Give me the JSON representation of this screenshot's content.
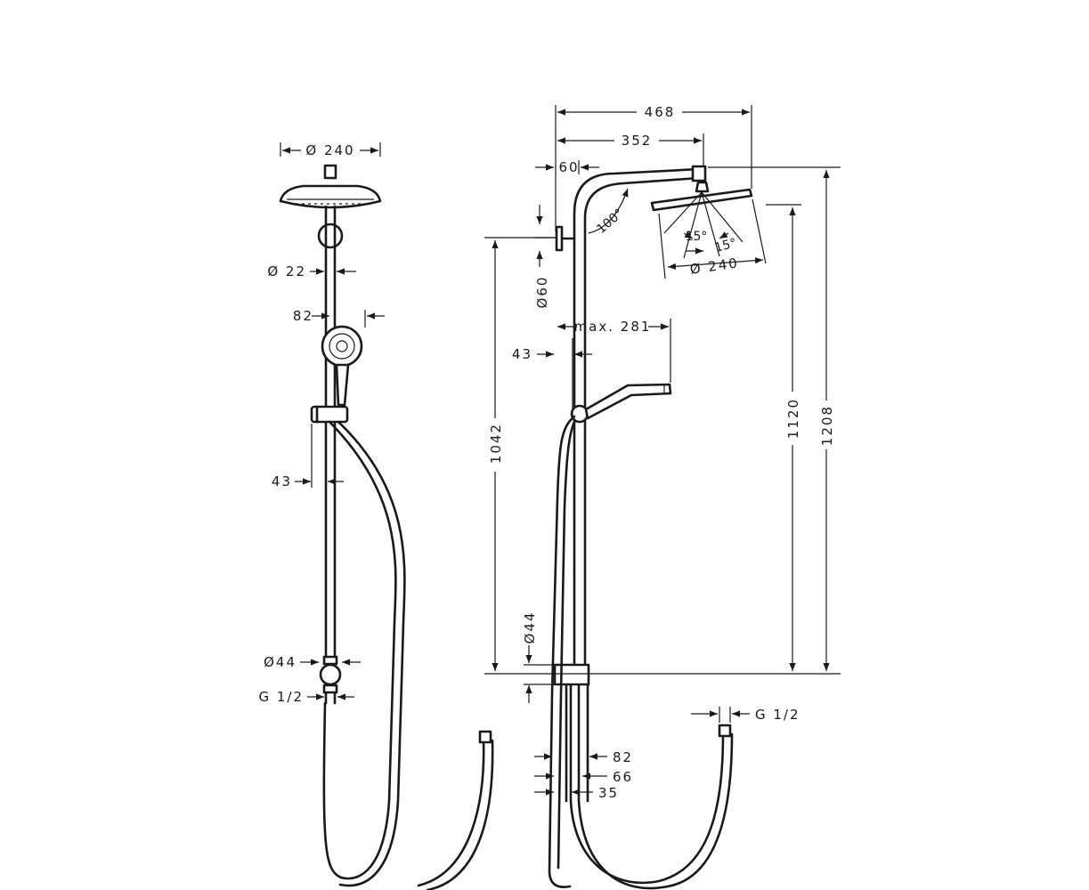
{
  "front_view": {
    "head_diameter": "Ø 240",
    "pipe_diameter": "Ø 22",
    "handshower_width": "82",
    "holder_offset": "43",
    "mixer_diameter": "Ø44",
    "connection": "G 1/2"
  },
  "side_view": {
    "arm_reach": "468",
    "head_center": "352",
    "wall_offset": "60",
    "arm_angle": "100°",
    "tilt_left": "15°",
    "tilt_right": "15°",
    "head_diameter": "Ø 240",
    "bracket_diameter": "Ø60",
    "handshower_reach": "max. 281",
    "holder_offset": "43",
    "column_height": "1042",
    "head_height": "1120",
    "total_height": "1208",
    "mixer_diameter": "Ø44",
    "hose_connection": "G 1/2",
    "base_width": "82",
    "base_mid": "66",
    "base_small": "35"
  }
}
